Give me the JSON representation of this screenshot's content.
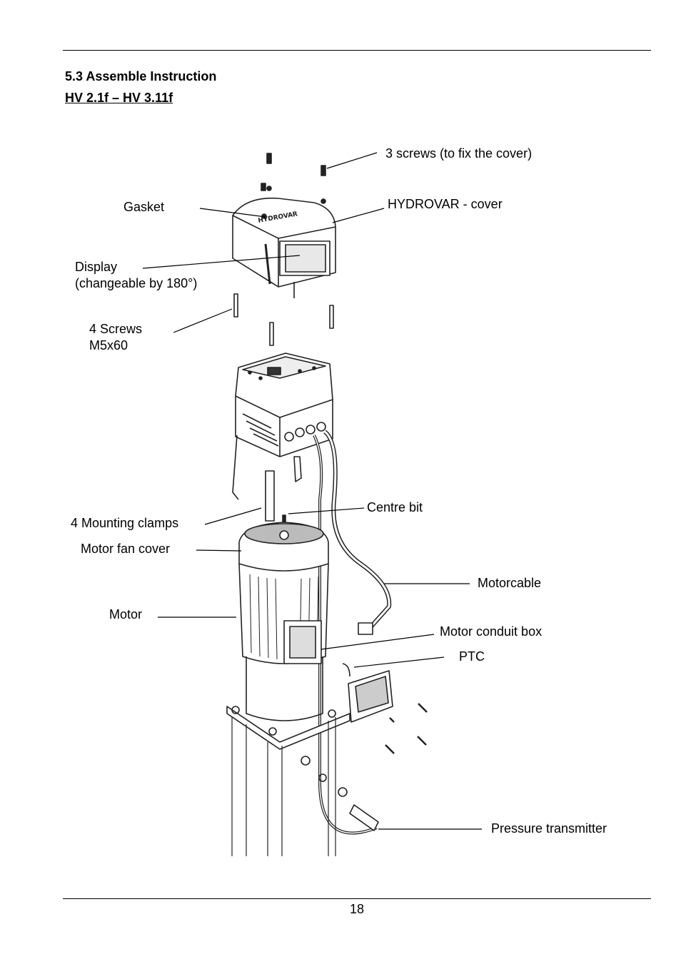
{
  "section": {
    "heading": "5.3 Assemble Instruction",
    "subheading": "HV 2.1f – HV 3.11f"
  },
  "figure": {
    "cover_brand": "HYDROVAR",
    "labels": {
      "screws_cover": "3 screws (to fix the cover)",
      "gasket": "Gasket",
      "hydrovar_cover": "HYDROVAR - cover",
      "display_line1": "Display",
      "display_line2": "(changeable by 180°)",
      "screws4_line1": "4 Screws",
      "screws4_line2": "M5x60",
      "centre_bit": "Centre bit",
      "mounting_clamps": "4 Mounting clamps",
      "motor_fan_cover": "Motor fan cover",
      "motorcable": "Motorcable",
      "motor": "Motor",
      "motor_conduit_box": "Motor conduit box",
      "ptc": "PTC",
      "pressure_transmitter": "Pressure transmitter"
    }
  },
  "footer": {
    "page_number": "18"
  }
}
